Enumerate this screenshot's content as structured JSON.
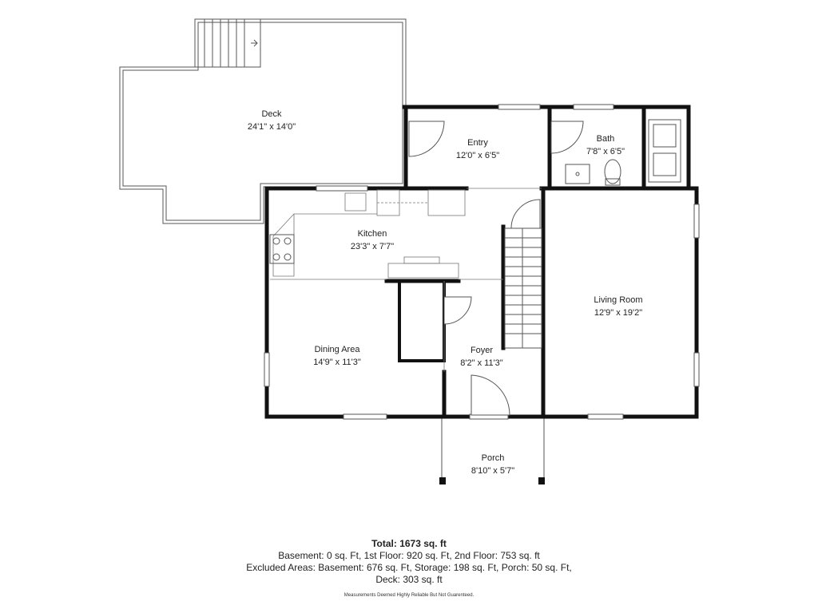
{
  "rooms": {
    "deck": {
      "name": "Deck",
      "dims": "24'1\" x 14'0\""
    },
    "entry": {
      "name": "Entry",
      "dims": "12'0\" x 6'5\""
    },
    "bath": {
      "name": "Bath",
      "dims": "7'8\" x 6'5\""
    },
    "kitchen": {
      "name": "Kitchen",
      "dims": "23'3\" x 7'7\""
    },
    "living": {
      "name": "Living Room",
      "dims": "12'9\" x 19'2\""
    },
    "dining": {
      "name": "Dining Area",
      "dims": "14'9\" x 11'3\""
    },
    "foyer": {
      "name": "Foyer",
      "dims": "8'2\" x 11'3\""
    },
    "porch": {
      "name": "Porch",
      "dims": "8'10\" x 5'7\""
    }
  },
  "summary": {
    "total": "Total: 1673 sq. ft",
    "line1": "Basement: 0 sq. Ft, 1st Floor: 920 sq. Ft, 2nd Floor: 753 sq. ft",
    "line2": "Excluded Areas: Basement: 676 sq. Ft, Storage: 198 sq. Ft, Porch: 50 sq. Ft,",
    "line3": "Deck: 303 sq. ft"
  },
  "disclaimer": "Measurements Deemed Highly Reliable But Not Guarenteed."
}
